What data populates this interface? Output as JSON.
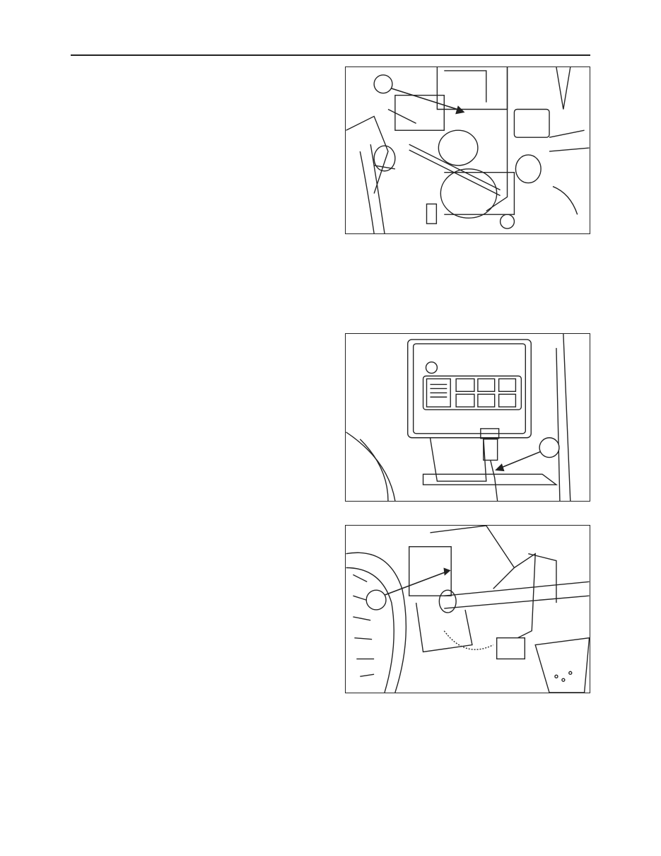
{
  "page": {
    "figures": [
      {
        "subject": "starter-motor-wiring",
        "callout_side": "top-left"
      },
      {
        "subject": "control-box-connector",
        "callout_side": "right"
      },
      {
        "subject": "rear-hitch-pto-cable",
        "callout_side": "left"
      }
    ],
    "colors": {
      "line": "#222222",
      "background": "#ffffff"
    }
  }
}
